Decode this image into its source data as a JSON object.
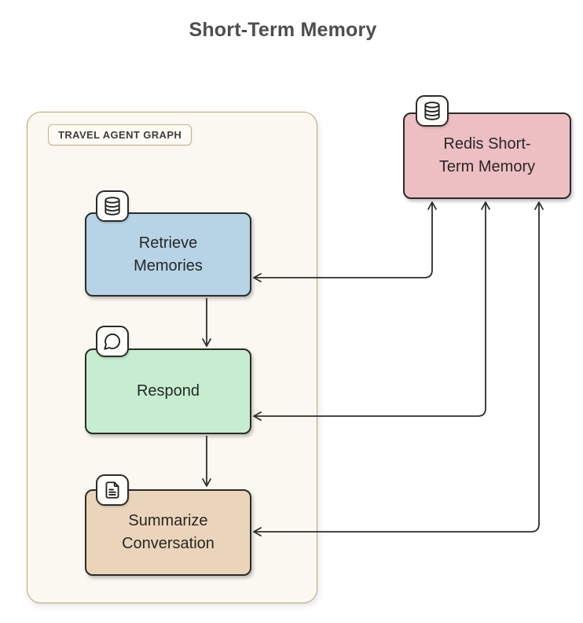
{
  "page": {
    "title": "Short-Term Memory"
  },
  "graph_container": {
    "label": "TRAVEL AGENT GRAPH",
    "fill": "#faf8f1",
    "border_color": "#bda56b"
  },
  "nodes": {
    "retrieve": {
      "label": "Retrieve\nMemories",
      "icon": "database-icon",
      "fill": "#b6d4e5"
    },
    "respond": {
      "label": "Respond",
      "icon": "chat-bubble-icon",
      "fill": "#c6edd0"
    },
    "summarize": {
      "label": "Summarize\nConversation",
      "icon": "document-icon",
      "fill": "#ebd5ba"
    },
    "redis": {
      "label": "Redis Short-\nTerm Memory",
      "icon": "database-icon",
      "fill": "#edbfc2"
    }
  },
  "edges": [
    {
      "from": "redis-short-term-memory",
      "to": "retrieve-memories",
      "style": "bidirectional-elbow"
    },
    {
      "from": "redis-short-term-memory",
      "to": "respond",
      "style": "bidirectional-elbow"
    },
    {
      "from": "redis-short-term-memory",
      "to": "summarize-conversation",
      "style": "bidirectional-elbow"
    },
    {
      "from": "retrieve-memories",
      "to": "respond",
      "style": "directed-down"
    },
    {
      "from": "respond",
      "to": "summarize-conversation",
      "style": "directed-down"
    }
  ],
  "colors": {
    "edge_line": "#2e2e2e",
    "node_border": "#2b2b2b",
    "title_text": "#4d4d4d",
    "badge_fill": "#fefdf8"
  }
}
